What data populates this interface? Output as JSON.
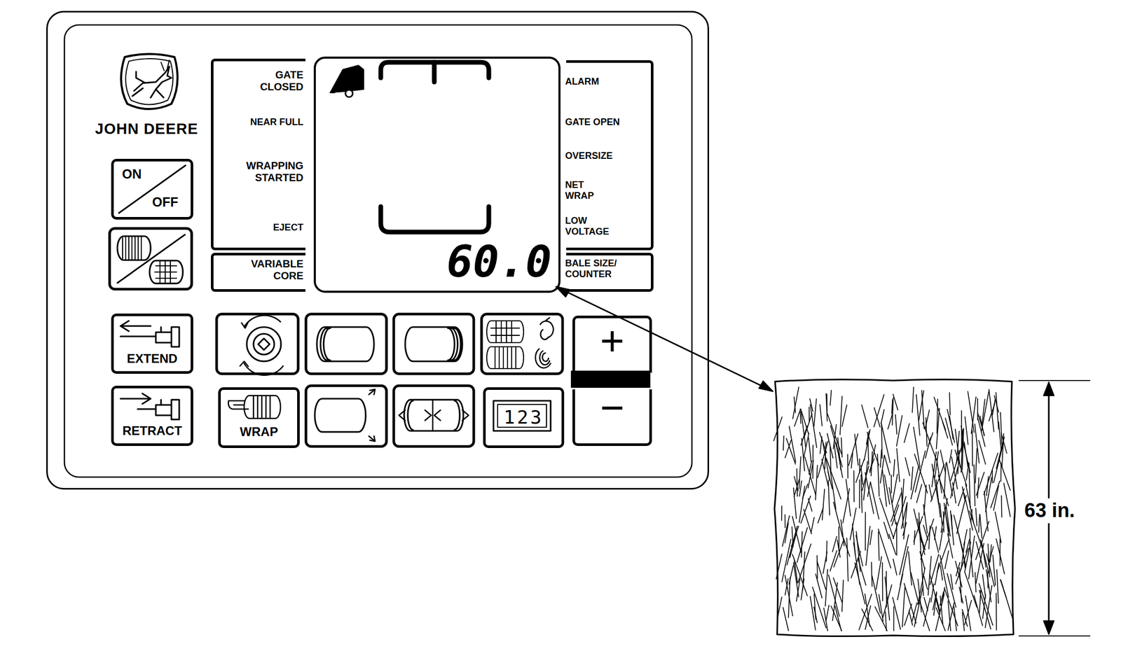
{
  "diagram": {
    "nodes": [
      {
        "text": [
          "JOHN DEERE"
        ]
      },
      {
        "text": [
          "GATE CLOSED",
          "NEAR FULL",
          "WRAPPING STARTED",
          "EJECT"
        ],
        "in": 0
      },
      {
        "text": [
          "60.0"
        ],
        "in": 0
      },
      {
        "text": [
          "ALARM",
          "GATE OPEN",
          "OVERSIZE",
          "NET WRAP",
          "LOW VOLTAGE"
        ],
        "in": 0
      },
      {
        "text": [
          "VARIABLE CORE"
        ],
        "in": 0
      },
      {
        "text": [
          "BALE SIZE/ COUNTER"
        ],
        "in": 0
      },
      {
        "text": [
          "ON",
          "OFF"
        ],
        "in": 0
      },
      {
        "text": [
          "EXTEND"
        ],
        "in": 0
      },
      {
        "text": [
          "+"
        ],
        "in": 0
      },
      {
        "text": [
          "RETRACT"
        ],
        "in": 0
      },
      {
        "text": [
          "WRAP"
        ],
        "in": 0
      },
      {
        "text": [
          "123"
        ],
        "in": 0
      },
      {
        "text": [
          "−"
        ],
        "in": 0
      }
    ],
    "labels": [
      "63 in."
    ]
  }
}
